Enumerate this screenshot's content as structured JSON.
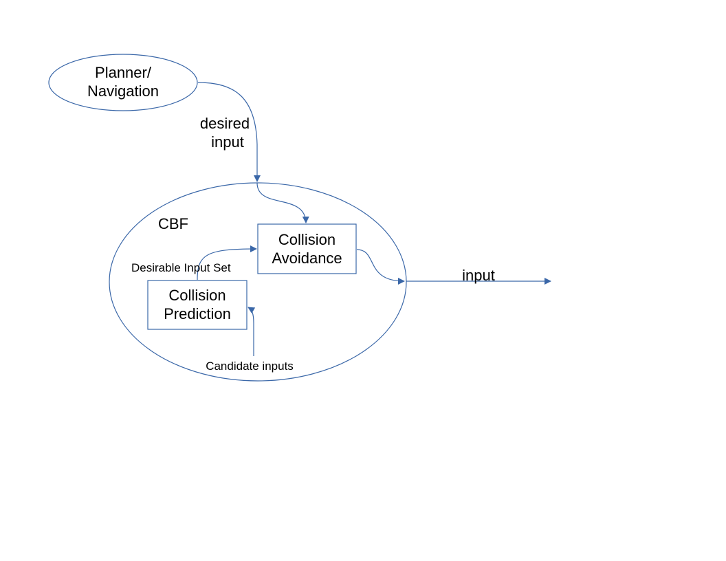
{
  "colors": {
    "stroke": "#3a67a8",
    "text": "#000000",
    "background": "#ffffff"
  },
  "nodes": {
    "planner": {
      "line1": "Planner/",
      "line2": "Navigation"
    },
    "cbf": {
      "label": "CBF"
    },
    "collision_avoidance": {
      "line1": "Collision",
      "line2": "Avoidance"
    },
    "collision_prediction": {
      "line1": "Collision",
      "line2": "Prediction"
    }
  },
  "edges": {
    "desired_input": {
      "line1": "desired",
      "line2": "input"
    },
    "desirable_input_set": "Desirable Input Set",
    "candidate_inputs": "Candidate inputs",
    "output_input": "input"
  }
}
